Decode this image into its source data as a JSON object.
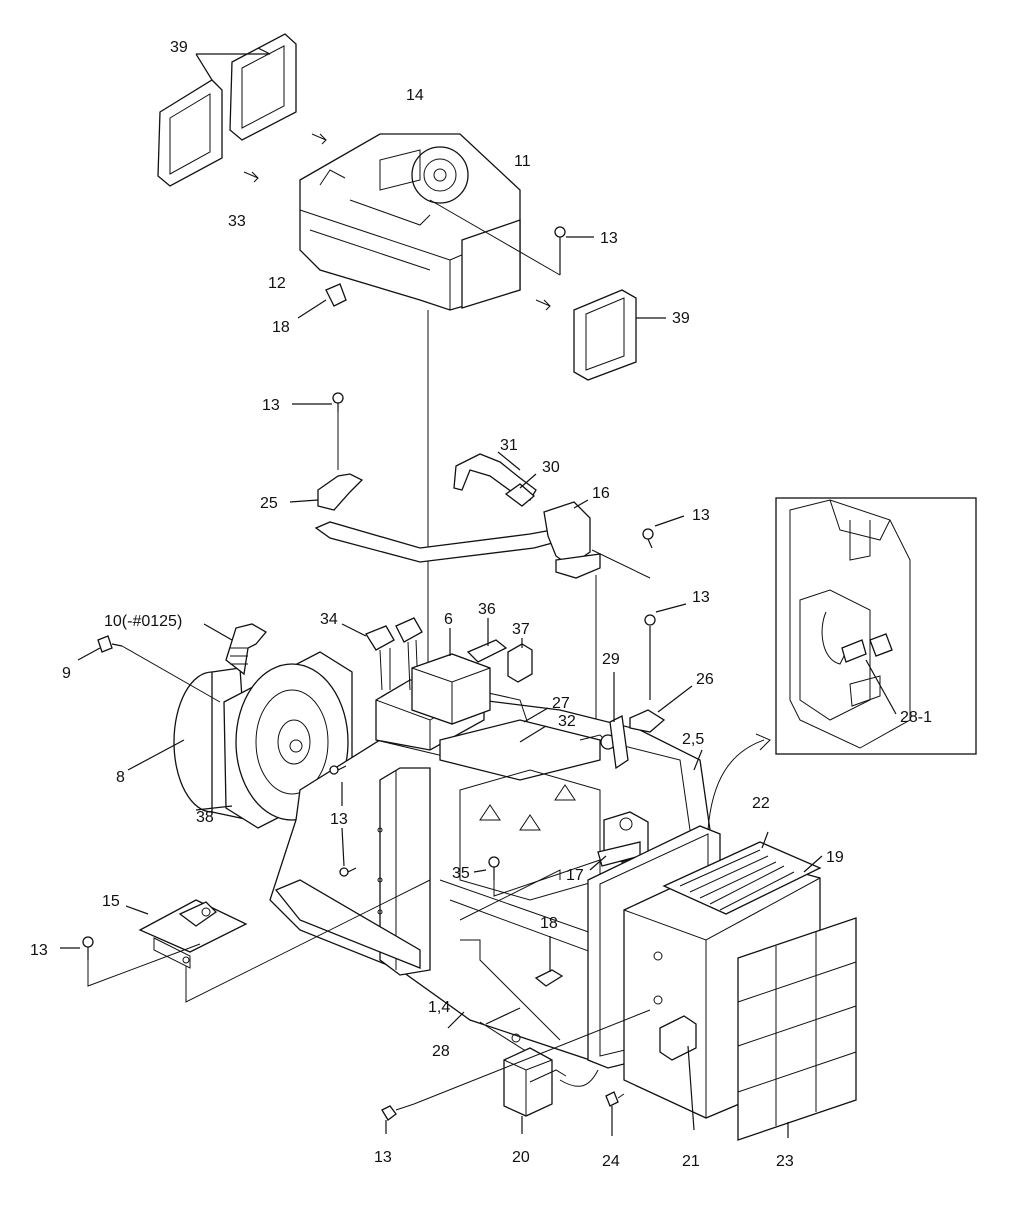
{
  "diagram": {
    "callouts": [
      {
        "id": "c39a",
        "text": "39"
      },
      {
        "id": "c14",
        "text": "14"
      },
      {
        "id": "c11",
        "text": "11"
      },
      {
        "id": "c33",
        "text": "33"
      },
      {
        "id": "c13a",
        "text": "13"
      },
      {
        "id": "c12",
        "text": "12"
      },
      {
        "id": "c39b",
        "text": "39"
      },
      {
        "id": "c18a",
        "text": "18"
      },
      {
        "id": "c13b",
        "text": "13"
      },
      {
        "id": "c31",
        "text": "31"
      },
      {
        "id": "c30",
        "text": "30"
      },
      {
        "id": "c16",
        "text": "16"
      },
      {
        "id": "c25",
        "text": "25"
      },
      {
        "id": "c13c",
        "text": "13"
      },
      {
        "id": "c10",
        "text": "10(-#0125)"
      },
      {
        "id": "c34",
        "text": "34"
      },
      {
        "id": "c6",
        "text": "6"
      },
      {
        "id": "c36",
        "text": "36"
      },
      {
        "id": "c37",
        "text": "37"
      },
      {
        "id": "c13d",
        "text": "13"
      },
      {
        "id": "c9",
        "text": "9"
      },
      {
        "id": "c29",
        "text": "29"
      },
      {
        "id": "c26",
        "text": "26"
      },
      {
        "id": "c27",
        "text": "27"
      },
      {
        "id": "c32",
        "text": "32"
      },
      {
        "id": "c25b",
        "text": "2,5"
      },
      {
        "id": "c8",
        "text": "8"
      },
      {
        "id": "c28_1",
        "text": "28-1"
      },
      {
        "id": "c22",
        "text": "22"
      },
      {
        "id": "c19",
        "text": "19"
      },
      {
        "id": "c13e",
        "text": "13"
      },
      {
        "id": "c38",
        "text": "38"
      },
      {
        "id": "c35",
        "text": "35"
      },
      {
        "id": "c17",
        "text": "17"
      },
      {
        "id": "c15",
        "text": "15"
      },
      {
        "id": "c18b",
        "text": "18"
      },
      {
        "id": "c13f",
        "text": "13"
      },
      {
        "id": "c14b",
        "text": "1,4"
      },
      {
        "id": "c28",
        "text": "28"
      },
      {
        "id": "c13g",
        "text": "13"
      },
      {
        "id": "c20",
        "text": "20"
      },
      {
        "id": "c24",
        "text": "24"
      },
      {
        "id": "c21",
        "text": "21"
      },
      {
        "id": "c23",
        "text": "23"
      }
    ]
  }
}
